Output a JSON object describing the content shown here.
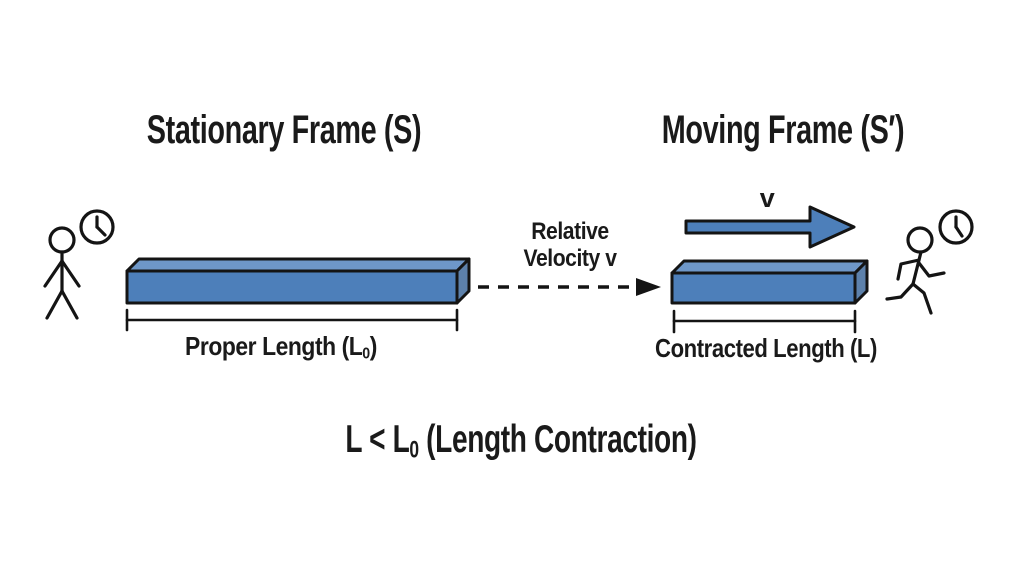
{
  "colors": {
    "background": "#ffffff",
    "ink": "#1a1a1a",
    "outline": "#141414",
    "bar_front": "#4d7fba",
    "bar_top": "#6e97c8",
    "bar_side": "#5d81ab",
    "arrow_fill": "#4d7fba"
  },
  "headings": {
    "stationary": "Stationary Frame (S)",
    "moving": "Moving Frame (S′)"
  },
  "center": {
    "relative_line1": "Relative",
    "relative_line2": "Velocity v"
  },
  "labels": {
    "velocity": "v",
    "proper_pre": "Proper Length (L",
    "proper_sub": "0",
    "proper_post": ")",
    "contracted": "Contracted Length (L)"
  },
  "formula": {
    "pre": "L < L",
    "sub": "0",
    "post": " (Length Contraction)"
  },
  "icons": {
    "standing_person": "stick-figure-standing",
    "running_person": "stick-figure-running",
    "clock": "analog-clock-circle-with-hands",
    "relative_velocity_arrow": "dashed-right-arrow",
    "velocity_arrow": "solid-blue-right-arrow"
  }
}
